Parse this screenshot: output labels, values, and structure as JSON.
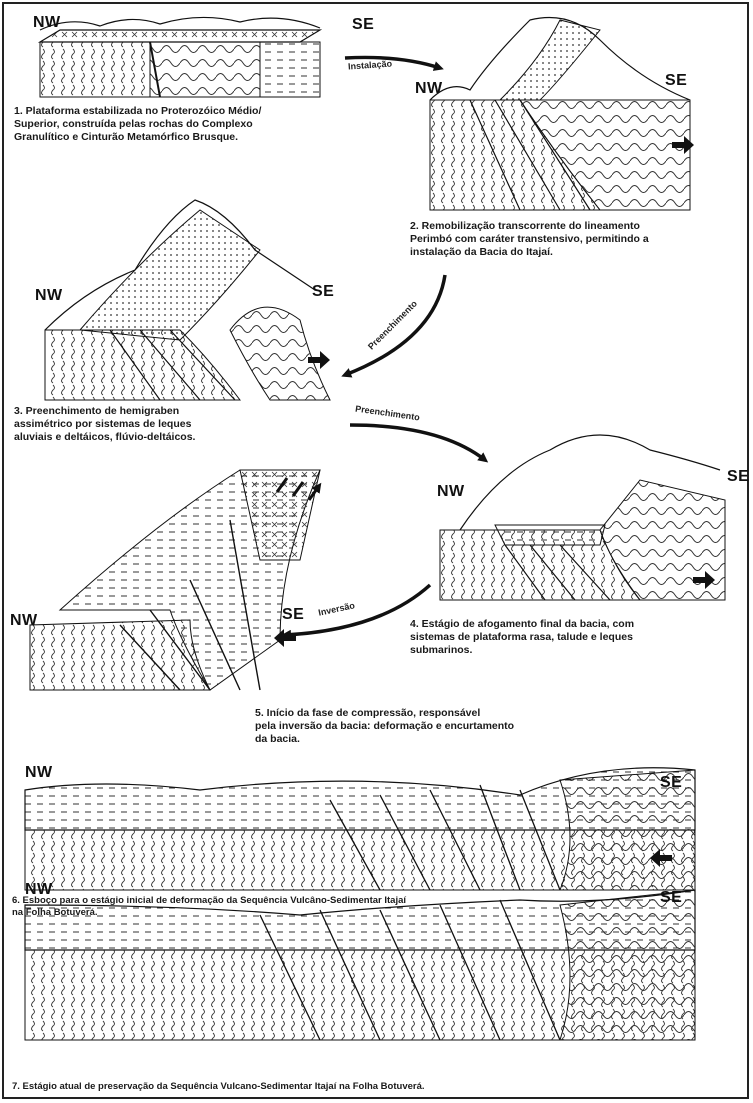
{
  "orientation": {
    "nw": "NW",
    "se": "SE"
  },
  "stages": [
    {
      "caption_lines": [
        "1. Plataforma estabilizada no Proterozóico Médio/",
        "Superior, construída pelas rochas do Complexo",
        "Granulítico e Cinturão Metamórfico Brusque."
      ]
    },
    {
      "caption_lines": [
        "2. Remobilização transcorrente do lineamento",
        "Perimbó com caráter transtensivo, permitindo a",
        "instalação da Bacia do Itajaí."
      ]
    },
    {
      "caption_lines": [
        "3. Preenchimento de hemigraben",
        "assimétrico por sistemas de leques",
        "aluviais e deltáicos, flúvio-deltáicos."
      ]
    },
    {
      "caption_lines": [
        "4. Estágio de afogamento final da bacia, com",
        "sistemas de plataforma rasa, talude e leques",
        "submarinos."
      ]
    },
    {
      "caption_lines": [
        "5. Início da fase de compressão, responsável",
        "pela inversão da bacia: deformação e encurtamento",
        "da bacia."
      ]
    },
    {
      "caption_lines": [
        "6. Esboço para o estágio inicial de deformação da Sequência Vulcâno-Sedimentar Itajaí",
        "na Folha Botuverá."
      ]
    },
    {
      "caption_lines": [
        "7. Estágio atual de preservação da Sequência Vulcano-Sedimentar Itajaí na Folha Botuverá."
      ]
    }
  ],
  "transitions": [
    {
      "label": "Instalação"
    },
    {
      "label": "Preenchimento"
    },
    {
      "label": "Preenchimento"
    },
    {
      "label": "Inversão"
    }
  ]
}
